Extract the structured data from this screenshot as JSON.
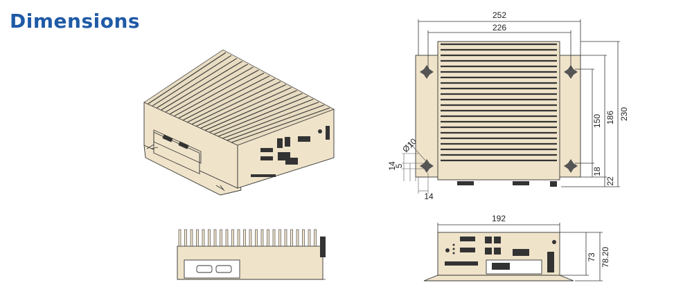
{
  "page": {
    "title": "Dimensions"
  },
  "diagram": {
    "top_view": {
      "overall_width": "252",
      "inner_width": "226",
      "hole_spacing_v": "150",
      "inner_height": "186",
      "overall_height": "230",
      "bottom_offset_a": "18",
      "bottom_offset_b": "22",
      "hole_diameter": "Ø10",
      "slot_width": "5",
      "edge_offset_v": "14",
      "edge_offset_h": "14"
    },
    "front_view": {
      "width": "192",
      "height": "73",
      "height_with_feet": "78.20"
    }
  },
  "colors": {
    "title": "#1f5aa6",
    "body": "#efe3ca",
    "outline": "#333333"
  }
}
